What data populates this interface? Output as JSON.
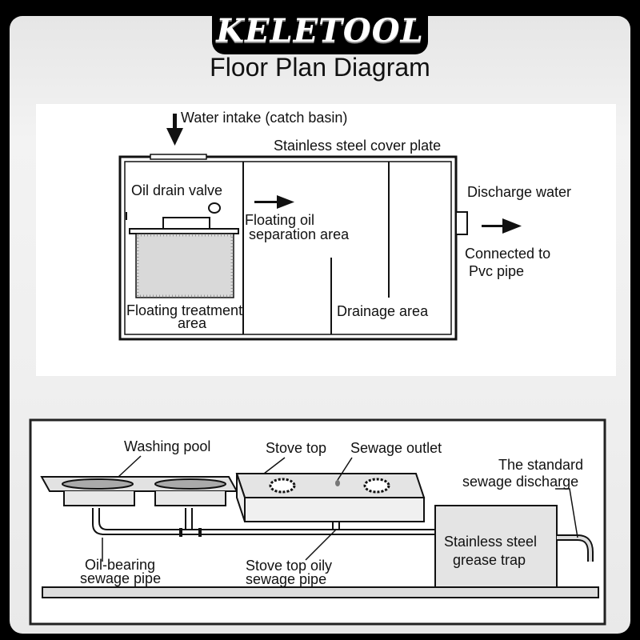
{
  "brand": "KELETOOL",
  "title": "Floor Plan Diagram",
  "floor_plan": {
    "water_intake": "Water intake (catch basin)",
    "cover_plate": "Stainless steel cover plate",
    "oil_drain_valve": "Oil drain valve",
    "floating_oil_line1": "Floating oil",
    "floating_oil_line2": "separation area",
    "discharge_water": "Discharge water",
    "connected_line1": "Connected to",
    "connected_line2": "Pvc pipe",
    "floating_treatment_line1": "Floating treatment",
    "floating_treatment_line2": "area",
    "drainage_area": "Drainage area"
  },
  "installation": {
    "washing_pool": "Washing pool",
    "stove_top": "Stove top",
    "sewage_outlet": "Sewage outlet",
    "standard_line1": "The standard",
    "standard_line2": "sewage discharge",
    "grease_trap_line1": "Stainless steel",
    "grease_trap_line2": "grease trap",
    "oil_pipe_line1": "Oil-bearing",
    "oil_pipe_line2": "sewage pipe",
    "stove_pipe_line1": "Stove top oily",
    "stove_pipe_line2": "sewage pipe"
  }
}
